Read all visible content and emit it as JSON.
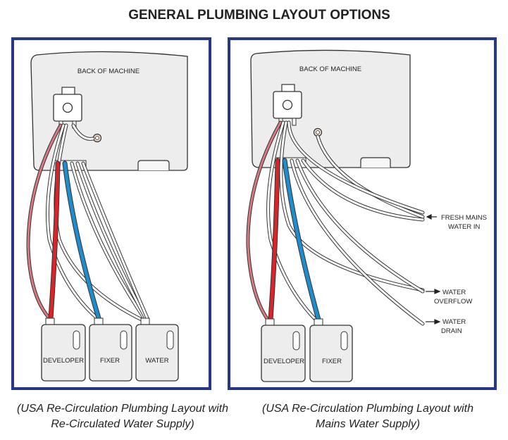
{
  "title": "GENERAL PLUMBING LAYOUT OPTIONS",
  "colors": {
    "frame": "#26378b",
    "machine_fill": "#ededed",
    "outline": "#333333",
    "developer_line": "#d8252a",
    "developer_line_light": "#d87a80",
    "fixer_line": "#1f8ccb",
    "water_line": "#ffffff"
  },
  "left_panel": {
    "machine_label": "BACK OF MACHINE",
    "tanks": [
      "DEVELOPER",
      "FIXER",
      "WATER"
    ],
    "caption_line1": "(USA Re-Circulation Plumbing Layout with",
    "caption_line2": "Re-Circulated Water Supply)"
  },
  "right_panel": {
    "machine_label": "BACK OF MACHINE",
    "tanks": [
      "DEVELOPER",
      "FIXER"
    ],
    "annotations": {
      "fresh_line1": "FRESH MAINS",
      "fresh_line2": "WATER IN",
      "overflow_line1": "WATER",
      "overflow_line2": "OVERFLOW",
      "drain_line1": "WATER",
      "drain_line2": "DRAIN"
    },
    "caption_line1": "(USA Re-Circulation Plumbing Layout with",
    "caption_line2": "Mains Water Supply)"
  }
}
